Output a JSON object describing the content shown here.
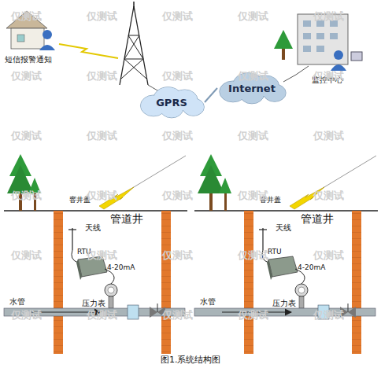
{
  "diagram": {
    "caption": "图1.系统结构图",
    "nodes": [
      {
        "text": [
          "GPRS"
        ]
      },
      {
        "text": [
          "Internet"
        ]
      }
    ],
    "edges": [
      {
        "from": 0,
        "to": 1,
        "arrow": "none"
      }
    ],
    "labels": [
      "短信报警通知",
      "监控中心",
      "窨井盖",
      "管道井",
      "天线",
      "RTU",
      "4-20mA",
      "压力表",
      "水管",
      "窨井盖",
      "管道井",
      "天线",
      "RTU",
      "4-20mA",
      "压力表",
      "水管",
      "仅测试",
      "仅测试",
      "仅测试",
      "仅测试",
      "仅测试",
      "仅测试",
      "仅测试",
      "仅测试",
      "仅测试",
      "仅测试",
      "仅测试",
      "仅测试",
      "仅测试",
      "仅测试",
      "仅测试",
      "仅测试",
      "仅测试",
      "仅测试",
      "仅测试",
      "仅测试",
      "仅测试",
      "仅测试",
      "仅测试",
      "仅测试",
      "仅测试",
      "仅测试",
      "仅测试",
      "仅测试",
      "仅测试",
      "仅测试"
    ]
  }
}
